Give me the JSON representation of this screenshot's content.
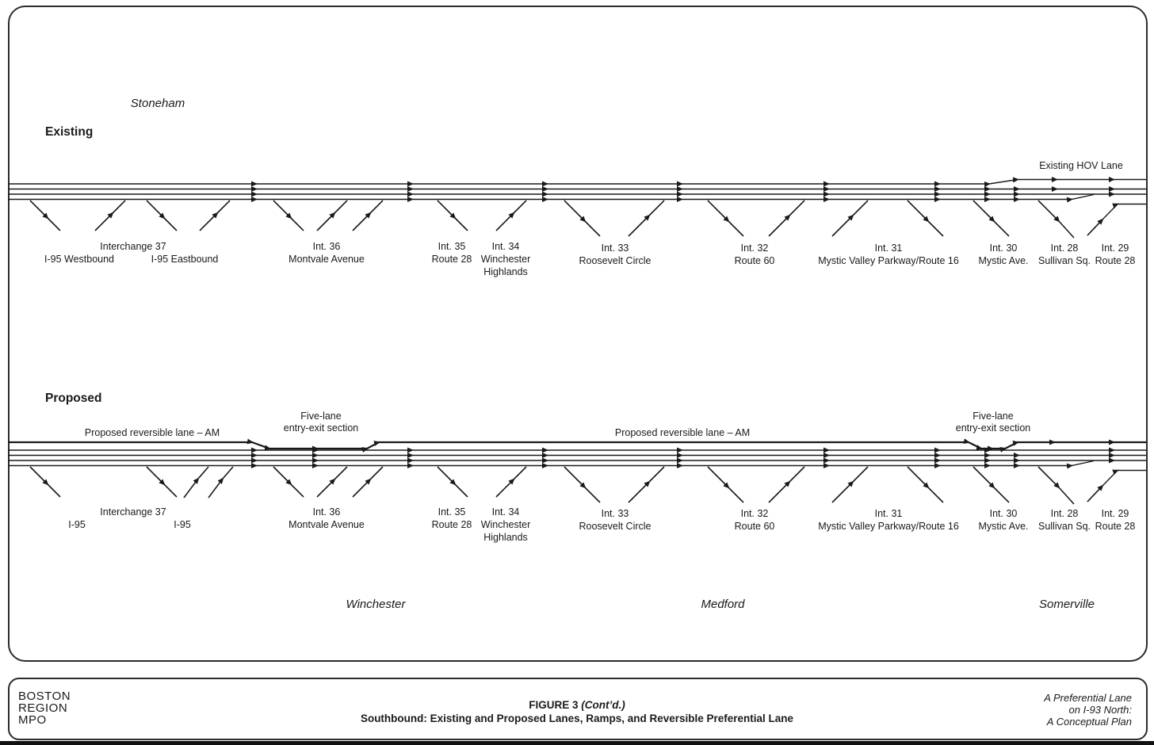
{
  "sections": {
    "existing": "Existing",
    "proposed": "Proposed"
  },
  "cities": {
    "stoneham": "Stoneham",
    "winchester": "Winchester",
    "medford": "Medford",
    "somerville": "Somerville"
  },
  "annotations": {
    "hov": "Existing HOV Lane",
    "reversible_am": "Proposed reversible lane – AM",
    "five_lane_1": "Five-lane",
    "five_lane_2": "entry-exit section"
  },
  "interchanges": {
    "i37": {
      "title": "Interchange 37",
      "ex1": "I-95 Westbound",
      "ex2": "I-95 Eastbound",
      "pr1": "I-95",
      "pr2": "I-95"
    },
    "i36": {
      "line1": "Int. 36",
      "line2": "Montvale Avenue"
    },
    "i35": {
      "line1": "Int. 35",
      "line2": "Route 28"
    },
    "i34": {
      "line1": "Int. 34",
      "line2": "Winchester",
      "line3": "Highlands"
    },
    "i33": {
      "line1": "Int. 33",
      "line2": "Roosevelt Circle"
    },
    "i32": {
      "line1": "Int. 32",
      "line2": "Route 60"
    },
    "i31": {
      "line1": "Int. 31",
      "line2": "Mystic Valley Parkway/Route 16"
    },
    "i30": {
      "line1": "Int. 30",
      "line2": "Mystic Ave."
    },
    "i28": {
      "line1": "Int. 28",
      "line2": "Sullivan Sq."
    },
    "i29": {
      "line1": "Int. 29",
      "line2": "Route 28"
    }
  },
  "footer": {
    "org_line1": "BOSTON",
    "org_line2": "REGION",
    "org_line3": "MPO",
    "figure_label": "FIGURE 3",
    "figure_cont": "(Cont’d.)",
    "figure_subtitle": "Southbound: Existing and Proposed Lanes, Ramps, and Reversible Preferential Lane",
    "plan_line1": "A Preferential Lane",
    "plan_line2": "on I-93 North:",
    "plan_line3": "A Conceptual Plan"
  },
  "colors": {
    "line": "#1a1a1a",
    "frame": "#2b2b2b",
    "background": "#ffffff"
  }
}
